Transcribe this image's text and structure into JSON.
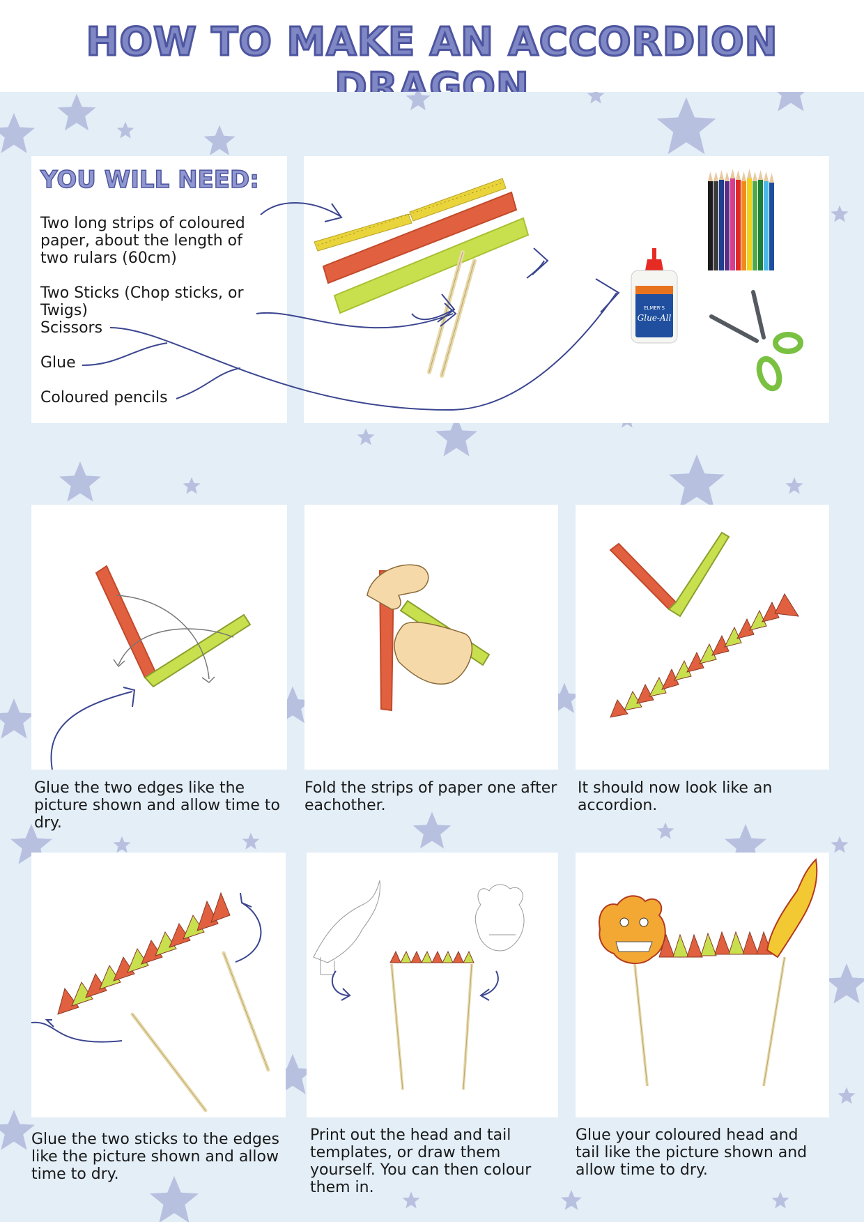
{
  "title": "HOW TO MAKE AN ACCORDION DRAGON",
  "needs": {
    "heading": "YOU WILL NEED:",
    "items": [
      "Two long strips of coloured paper, about the length of two rulars (60cm)",
      "Two Sticks (Chop sticks, or Twigs)",
      "Scissors",
      "Glue",
      "Coloured pencils"
    ],
    "glue_brand": "ELMER'S",
    "glue_name": "Glue-All"
  },
  "steps": [
    {
      "caption": "Glue the two edges like the picture shown and allow time to dry."
    },
    {
      "caption": "Fold the strips of paper one after eachother."
    },
    {
      "caption": "It should now look like an accordion."
    },
    {
      "caption": "Glue the two sticks to the edges like the picture shown and allow time to dry."
    },
    {
      "caption": "Print out the head and tail templates, or draw them yourself. You can then colour them in."
    },
    {
      "caption": "Glue your coloured head and tail like the picture shown and allow time to dry."
    }
  ],
  "colors": {
    "title_fill": "#7f87c4",
    "title_stroke": "#4d55a0",
    "background": "#e3eef7",
    "star": "#aab0d8",
    "arrow": "#3b4690",
    "red_strip": "#e0603f",
    "green_strip": "#c8e04e",
    "ruler": "#e9d43c"
  }
}
